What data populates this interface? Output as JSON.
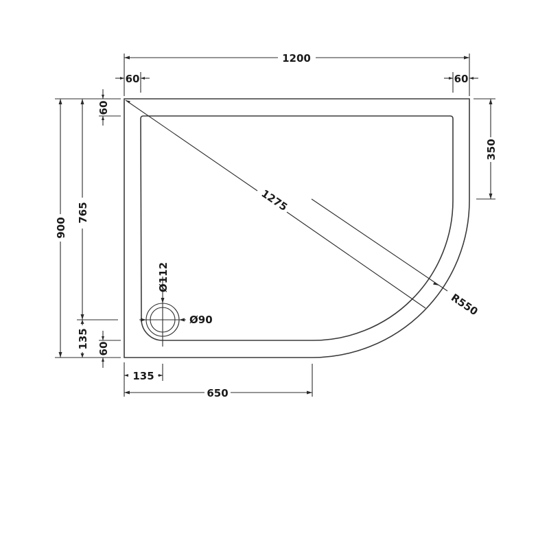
{
  "drawing": {
    "type": "technical-drawing",
    "subject": "offset quadrant shower tray (left-hand)",
    "colors": {
      "line": "#2b2b2b",
      "text": "#1a1a1a",
      "background": "#ffffff"
    },
    "dimensions": {
      "overall_width": "1200",
      "left_rim_width": "60",
      "right_rim_width": "60",
      "overall_depth": "900",
      "inner_depth_to_waste": "765",
      "top_rim_depth": "60",
      "waste_offset_bottom": "135",
      "bottom_rim_depth": "60",
      "waste_offset_left": "135",
      "straight_edge_length": "650",
      "right_straight_side": "350",
      "diagonal": "1275",
      "radius": "R550",
      "waste_outer_diameter": "Ø112",
      "waste_inner_diameter": "Ø90"
    }
  }
}
